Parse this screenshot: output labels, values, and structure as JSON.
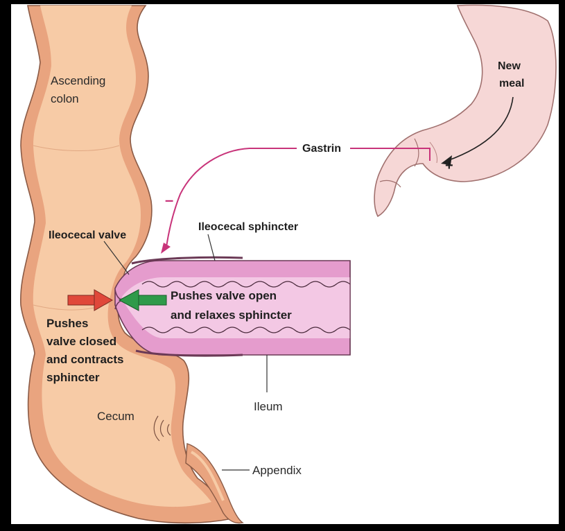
{
  "labels": {
    "ascending_colon": [
      "Ascending",
      "colon"
    ],
    "new_meal": [
      "New",
      "meal"
    ],
    "gastrin": "Gastrin",
    "plus_sign": "+",
    "minus_sign": "–",
    "ileocecal_sphincter": "Ileocecal sphincter",
    "ileocecal_valve": "Ileocecal valve",
    "pushes_open": [
      "Pushes valve open",
      "and relaxes sphincter"
    ],
    "pushes_closed": [
      "Pushes",
      "valve closed",
      "and contracts",
      "sphincter"
    ],
    "cecum": "Cecum",
    "ileum": "Ileum",
    "appendix": "Appendix"
  },
  "colors": {
    "colon_fill": "#f7cba6",
    "colon_edge": "#e9a47f",
    "colon_outline": "#8a5a45",
    "ileum_fill": "#e59ccd",
    "ileum_inner": "#f3c8e4",
    "stomach_fill": "#f6d7d6",
    "gastrin_line": "#c8347a",
    "arrow_red": "#e0483a",
    "arrow_green": "#2f9a4a"
  }
}
